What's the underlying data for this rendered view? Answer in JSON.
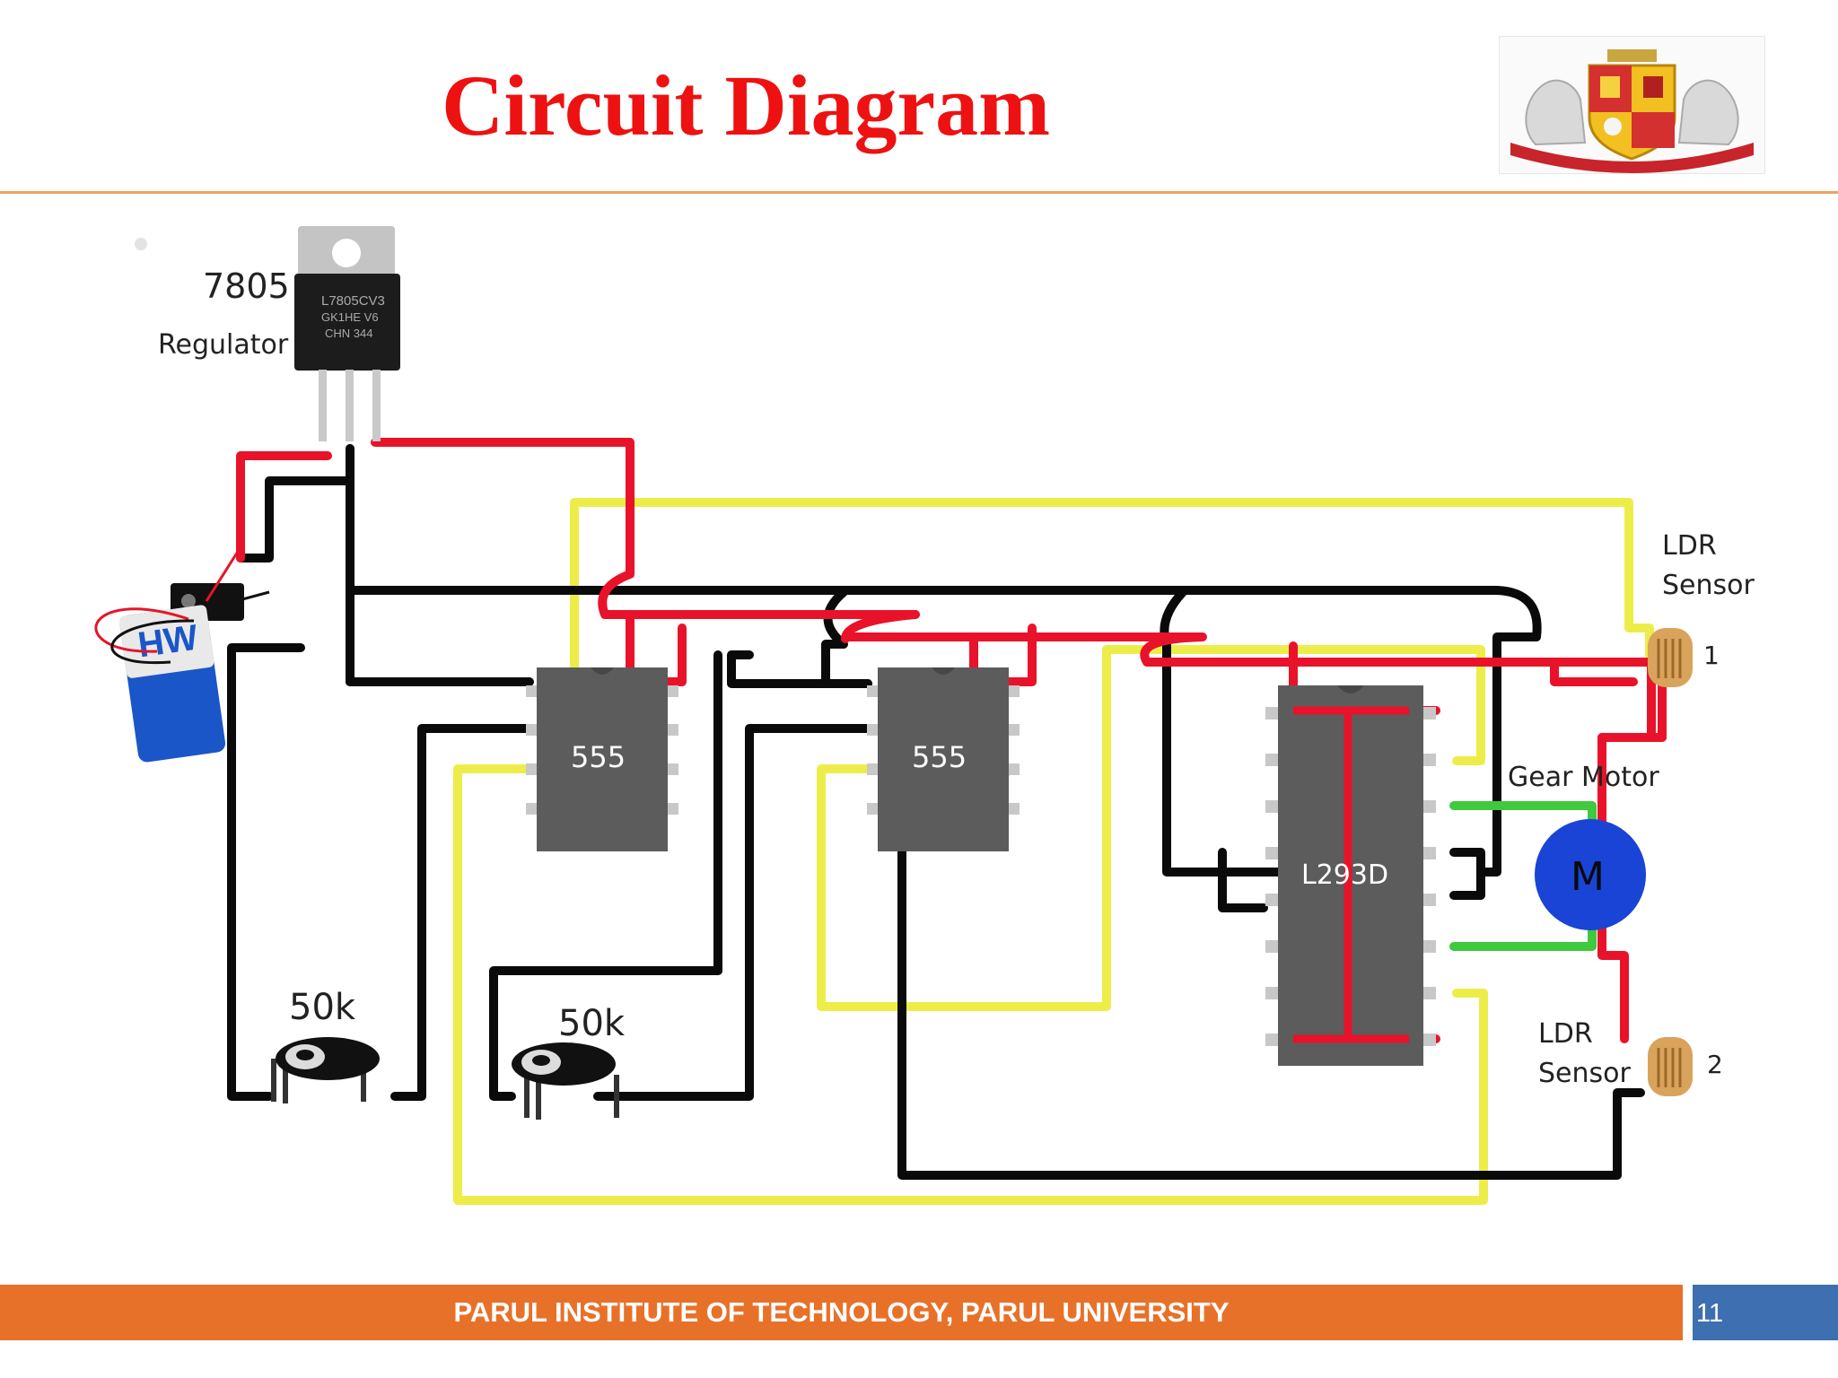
{
  "slide": {
    "title": "Circuit Diagram",
    "footer": "PARUL INSTITUTE OF TECHNOLOGY, PARUL UNIVERSITY",
    "page_number": "11"
  },
  "diagram": {
    "regulator_number": "7805",
    "regulator_word": "Regulator",
    "regulator_marking_line1": "L7805CV3",
    "regulator_marking_line2": "GK1HE V6",
    "regulator_marking_line3": "CHN 344",
    "timer1_label": "555",
    "timer2_label": "555",
    "driver_label": "L293D",
    "motor_label": "Gear Motor",
    "motor_symbol": "M",
    "ldr1_line1": "LDR",
    "ldr1_line2": "Sensor",
    "ldr1_number": "1",
    "ldr2_line1": "LDR",
    "ldr2_line2": "Sensor",
    "ldr2_number": "2",
    "pot1_label": "50k",
    "pot2_label": "50k",
    "wire_colors": {
      "positive": "#e8132a",
      "ground": "#0a0a0a",
      "signal": "#eded4a",
      "motor": "#3ec93e"
    },
    "component_colors": {
      "ic_body": "#5c5c5c",
      "motor": "#1a44d6",
      "ldr": "#d9a35c"
    }
  }
}
